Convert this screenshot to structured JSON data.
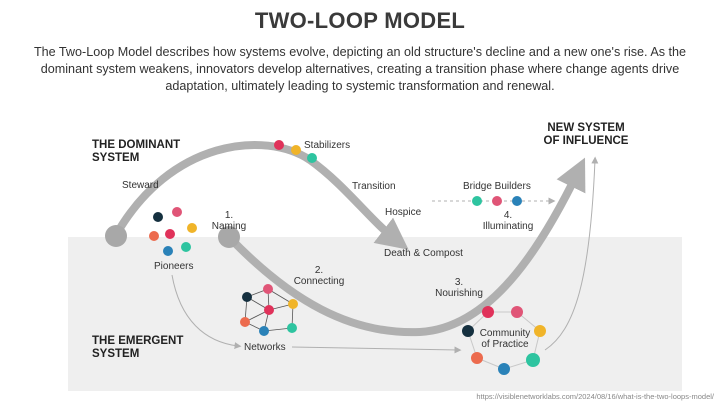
{
  "header": {
    "title": "TWO-LOOP MODEL",
    "description": "The Two-Loop Model describes how systems evolve, depicting an old structure's decline and a new one's rise. As the dominant system weakens, innovators develop alternatives, creating a transition phase where change agents drive adaptation, ultimately leading to systemic transformation and renewal."
  },
  "diagram": {
    "dominant_heading_line1": "THE DOMINANT",
    "dominant_heading_line2": "SYSTEM",
    "emergent_heading_line1": "THE EMERGENT",
    "emergent_heading_line2": "SYSTEM",
    "new_system_line1": "NEW SYSTEM",
    "new_system_line2": "OF INFLUENCE",
    "labels": {
      "steward": "Steward",
      "stabilizers": "Stabilizers",
      "transition": "Transition",
      "hospice": "Hospice",
      "bridge_builders": "Bridge Builders",
      "naming_num": "1.",
      "naming": "Naming",
      "pioneers": "Pioneers",
      "death_compost": "Death & Compost",
      "connecting_num": "2.",
      "connecting": "Connecting",
      "illuminating_num": "4.",
      "illuminating": "Illuminating",
      "nourishing_num": "3.",
      "nourishing": "Nourishing",
      "networks": "Networks",
      "community_line1": "Community",
      "community_line2": "of Practice"
    },
    "colors": {
      "arrow": "#b0b0b0",
      "emergent_bg": "#efefef",
      "red": "#e0325a",
      "pink": "#e05577",
      "yellow": "#f0b429",
      "teal": "#2ec4a0",
      "blue": "#2a82b8",
      "navy": "#15303f",
      "orange": "#ec6b4e"
    }
  },
  "footer": {
    "source": "https://visiblenetworklabs.com/2024/08/16/what-is-the-two-loops-model/"
  }
}
